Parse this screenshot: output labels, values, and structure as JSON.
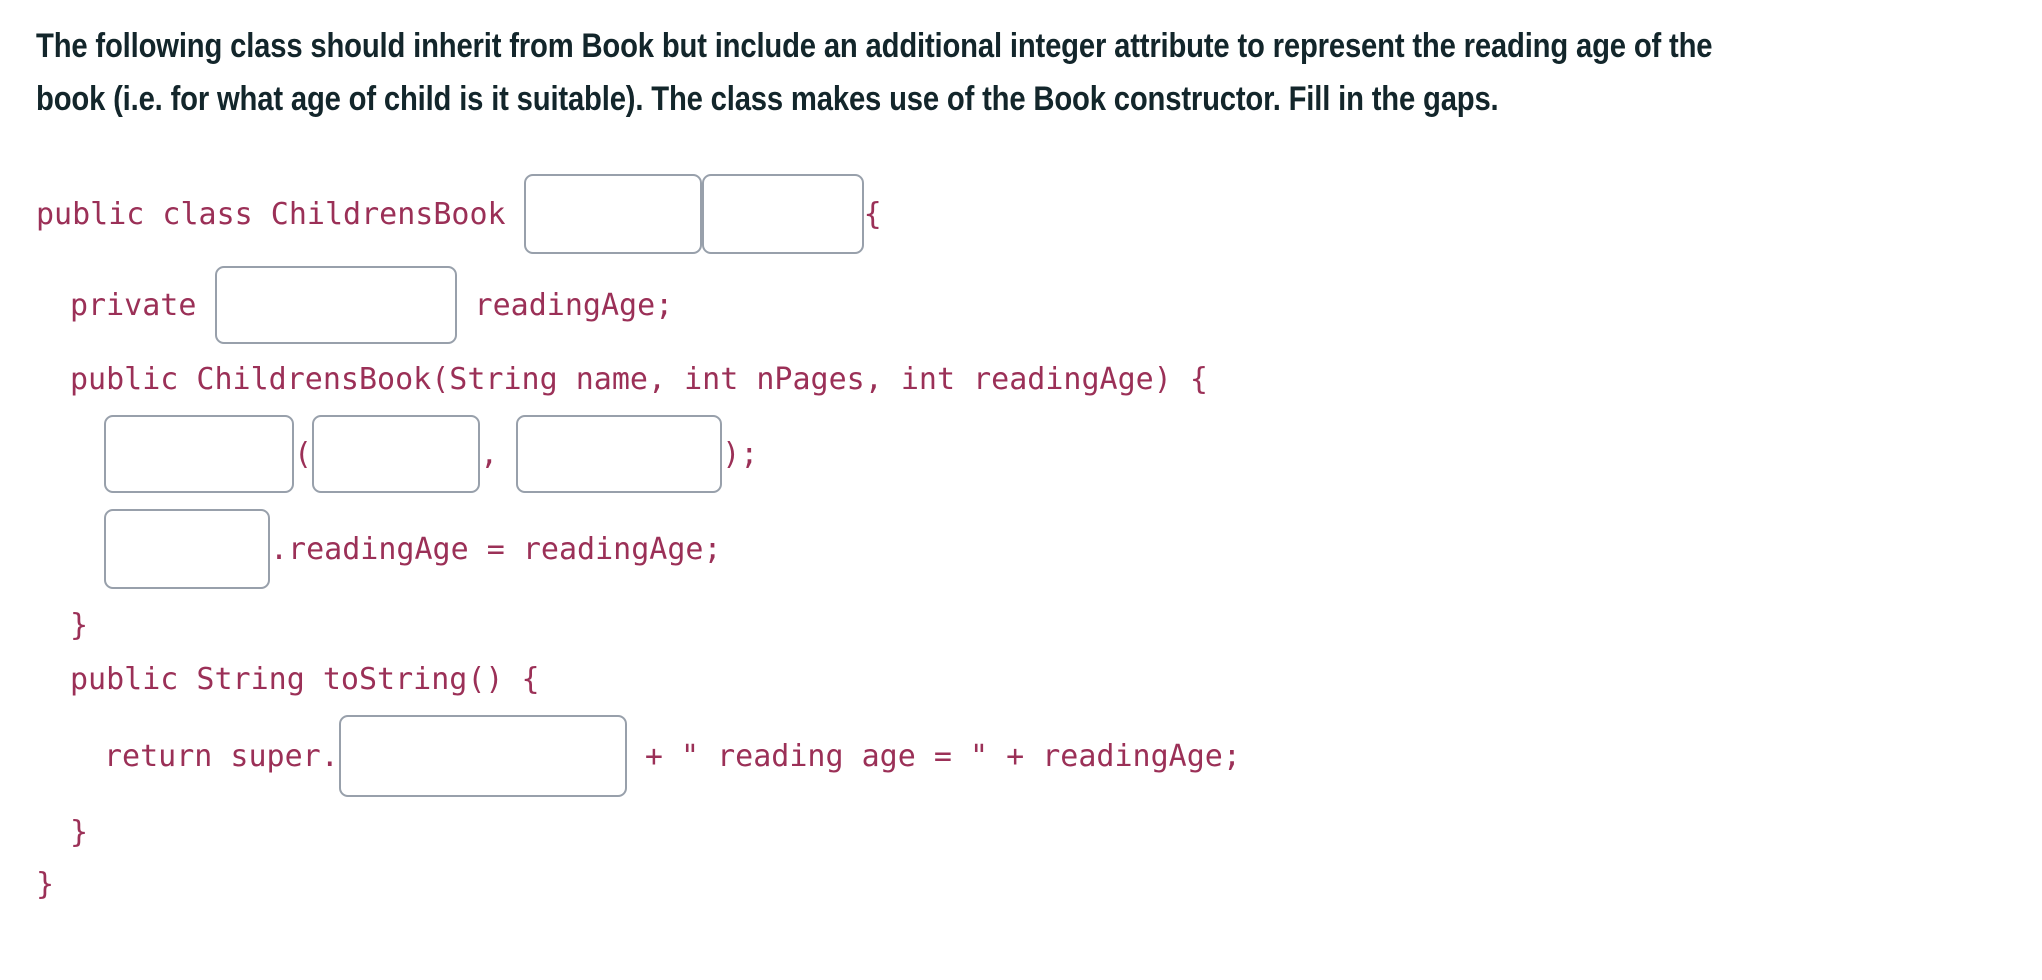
{
  "question": {
    "text": "The following class should inherit from Book but include an additional integer attribute to represent the reading age of the book (i.e. for what age of child is it suitable). The class makes use of the Book constructor. Fill in the gaps."
  },
  "colors": {
    "code_text": "#9b3057",
    "question_text": "#13262b",
    "input_border": "#98a0ab",
    "page_background": "#ffffff"
  },
  "code": {
    "line_class": {
      "prefix": "public class ChildrensBook ",
      "gap_extends_value": "",
      "gap_extends_placeholder": "",
      "gap_super_value": "",
      "gap_super_placeholder": "",
      "suffix": "{"
    },
    "line_field": {
      "prefix": "private ",
      "gap_type_value": "",
      "gap_type_placeholder": "",
      "suffix": " readingAge;"
    },
    "line_constructor": {
      "text": "public ChildrensBook(String name, int nPages, int readingAge) {"
    },
    "line_super_call": {
      "gap_call_value": "",
      "gap_call_placeholder": "",
      "sep1": "(",
      "gap_arg1_value": "",
      "gap_arg1_placeholder": "",
      "sep2": ", ",
      "gap_arg2_value": "",
      "gap_arg2_placeholder": "",
      "suffix": ");"
    },
    "line_assign": {
      "gap_this_value": "",
      "gap_this_placeholder": "",
      "suffix": ".readingAge = readingAge;"
    },
    "line_close_ctor": {
      "text": "}"
    },
    "line_tostring": {
      "text": "public String toString() {"
    },
    "line_return": {
      "prefix": "return super.",
      "gap_tostring_value": "",
      "gap_tostring_placeholder": "",
      "suffix": " + \" reading age = \" + readingAge;"
    },
    "line_close_tostring": {
      "text": "}"
    },
    "line_close_class": {
      "text": "}"
    }
  }
}
